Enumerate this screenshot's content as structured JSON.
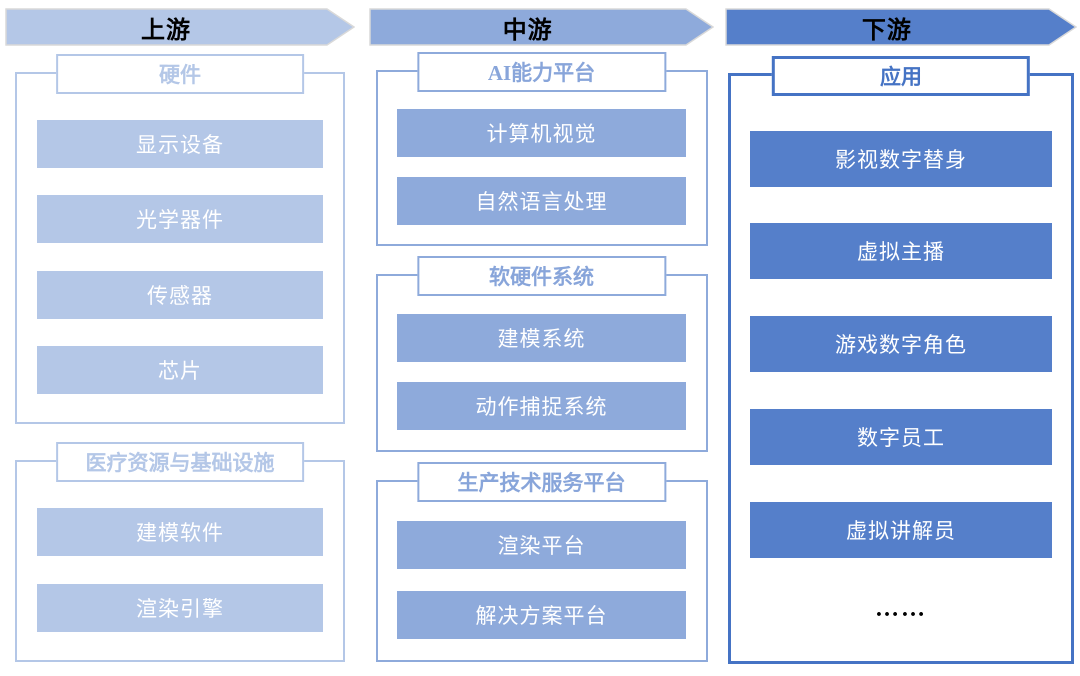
{
  "diagram": {
    "type": "industry-chain",
    "language": "zh-CN",
    "colors": {
      "tier_upstream_fill": "#b4c7e7",
      "tier_midstream_fill": "#8eaadb",
      "tier_downstream_fill": "#557fca",
      "tier_downstream_border": "#4573c4",
      "arrow_outline": "#d9d9d9",
      "arrow_text": "#000000",
      "item_text": "#ffffff",
      "background": "#ffffff"
    },
    "tiers": [
      {
        "id": "upstream",
        "arrow_label": "上游",
        "groups": [
          {
            "title": "硬件",
            "items": [
              {
                "label": "显示设备"
              },
              {
                "label": "光学器件"
              },
              {
                "label": "传感器"
              },
              {
                "label": "芯片"
              }
            ]
          },
          {
            "title": "医疗资源与基础设施",
            "items": [
              {
                "label": "建模软件"
              },
              {
                "label": "渲染引擎"
              }
            ]
          }
        ]
      },
      {
        "id": "midstream",
        "arrow_label": "中游",
        "groups": [
          {
            "title": "AI能力平台",
            "items": [
              {
                "label": "计算机视觉"
              },
              {
                "label": "自然语言处理"
              }
            ]
          },
          {
            "title": "软硬件系统",
            "items": [
              {
                "label": "建模系统"
              },
              {
                "label": "动作捕捉系统"
              }
            ]
          },
          {
            "title": "生产技术服务平台",
            "items": [
              {
                "label": "渲染平台"
              },
              {
                "label": "解决方案平台"
              }
            ]
          }
        ]
      },
      {
        "id": "downstream",
        "arrow_label": "下游",
        "groups": [
          {
            "title": "应用",
            "items": [
              {
                "label": "影视数字替身"
              },
              {
                "label": "虚拟主播"
              },
              {
                "label": "游戏数字角色"
              },
              {
                "label": "数字员工"
              },
              {
                "label": "虚拟讲解员"
              },
              {
                "label": "……",
                "variant": "plain"
              }
            ]
          }
        ]
      }
    ]
  }
}
